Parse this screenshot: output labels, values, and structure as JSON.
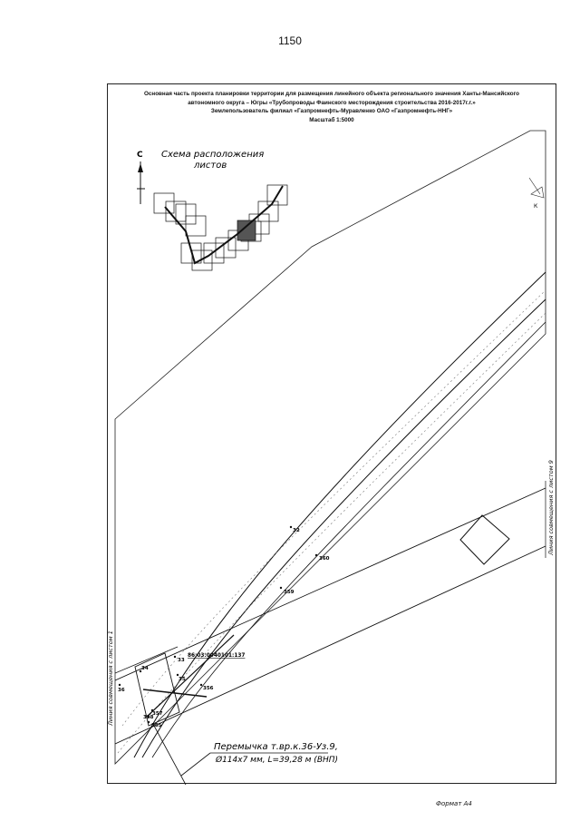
{
  "page_number": "1150",
  "header": {
    "line1": "Основная часть проекта планировки территории для размещения линейного объекта регионального значения Ханты-Мансийского",
    "line2": "автономного округа – Югры «Трубопроводы Фаинского месторождения строительства 2016-2017г.г.»",
    "line3": "Землепользователь филиал «Газпромнефть-Муравленко ОАО «Газпромнефть-ННГ»",
    "line4": "Масштаб 1:5000"
  },
  "scheme": {
    "north": "С",
    "title_line1": "Схема расположения",
    "title_line2": "листов"
  },
  "labels": {
    "corner_mark": "К",
    "right_side": "Линия совмещения с листом 9",
    "left_side": "Линия совмещения с листом 1",
    "cadastral": "86:03:0040101:137"
  },
  "points": {
    "p32": "32",
    "p360": "360",
    "p359": "359",
    "p33": "33",
    "p34": "34",
    "p35": "35",
    "p36": "36",
    "p358": "358",
    "p357": "357",
    "p356": "356",
    "p355": "355"
  },
  "caption": {
    "line1": "Перемычка т.вр.к.36-Уз.9,",
    "line2": "Ø114х7 мм, L=39,28 м (ВНП)"
  },
  "footer": "Формат А4"
}
